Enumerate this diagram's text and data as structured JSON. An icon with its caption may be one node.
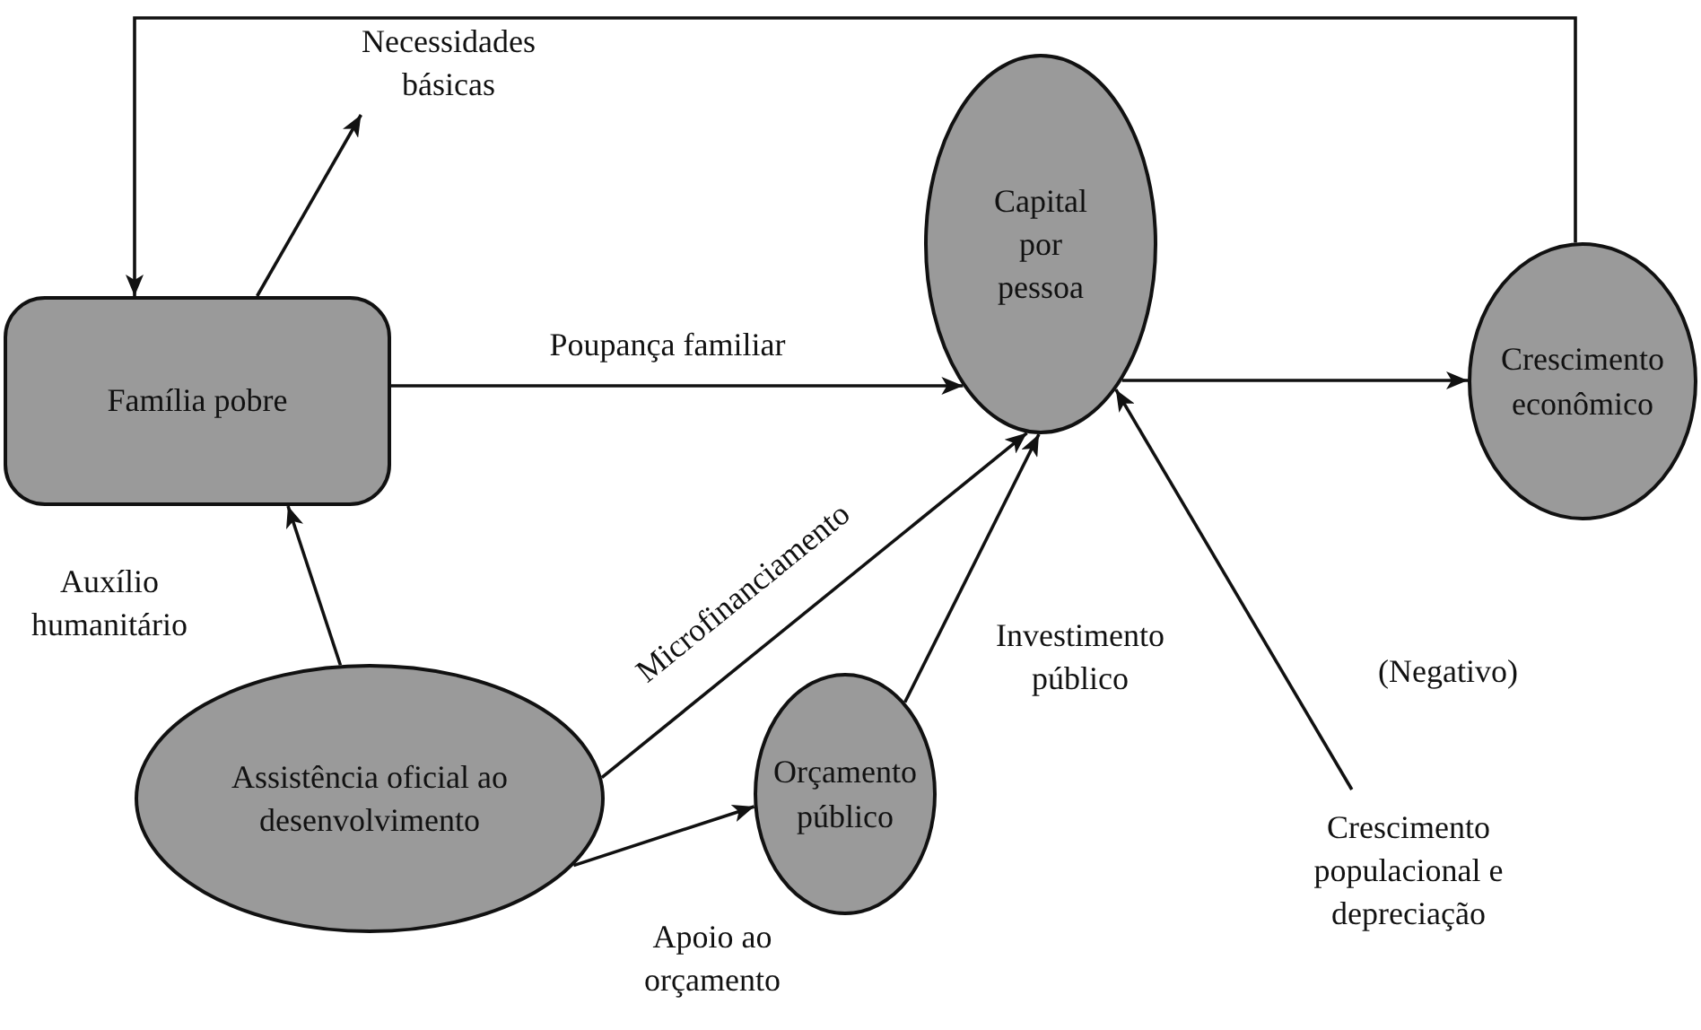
{
  "diagram": {
    "nodes": [
      {
        "text": [
          "Família pobre"
        ]
      },
      {
        "text": [
          "Necessidades básicas"
        ]
      },
      {
        "text": [
          "Capital por pessoa"
        ]
      },
      {
        "text": [
          "Crescimento econômico"
        ]
      },
      {
        "text": [
          "Assistência oficial ao desenvolvimento"
        ]
      },
      {
        "text": [
          "Orçamento público"
        ]
      },
      {
        "text": [
          "Crescimento populacional e depreciação"
        ]
      }
    ],
    "edges": [
      {
        "from": 3,
        "to": 0,
        "arrow": "to"
      },
      {
        "from": 0,
        "to": 1,
        "arrow": "to"
      },
      {
        "from": 0,
        "to": 2,
        "arrow": "to",
        "label": "Poupança familiar"
      },
      {
        "from": 4,
        "to": 2,
        "arrow": "to",
        "label": "Microfinanciamento"
      },
      {
        "from": 4,
        "to": 0,
        "arrow": "to",
        "label": "Auxílio humanitário"
      },
      {
        "from": 4,
        "to": 5,
        "arrow": "to",
        "label": "Apoio ao orçamento"
      },
      {
        "from": 5,
        "to": 2,
        "arrow": "to",
        "label": "Investimento público"
      },
      {
        "from": 2,
        "to": 3,
        "arrow": "to"
      },
      {
        "from": 6,
        "to": 2,
        "arrow": "to",
        "label": "(Negativo)"
      }
    ]
  }
}
